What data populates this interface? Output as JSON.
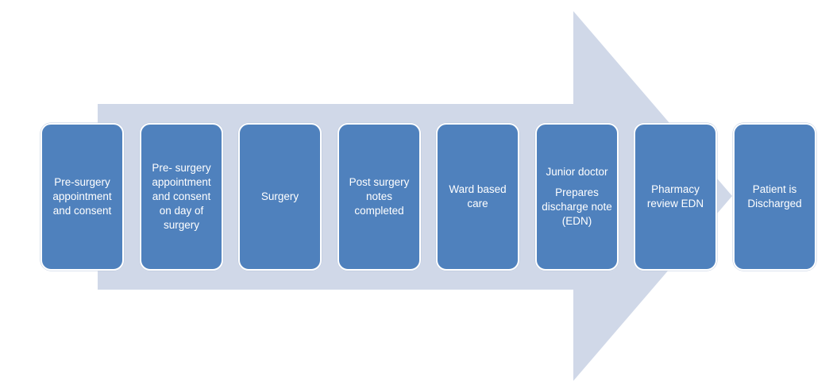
{
  "colors": {
    "arrow_fill": "#d0d8e8",
    "step_fill": "#4f81bd",
    "step_text": "#ffffff"
  },
  "steps": [
    {
      "lines": [
        "Pre-surgery appointment and consent"
      ]
    },
    {
      "lines": [
        "Pre- surgery appointment and consent on day of surgery"
      ]
    },
    {
      "lines": [
        "Surgery"
      ]
    },
    {
      "lines": [
        "Post surgery notes completed"
      ]
    },
    {
      "lines": [
        "Ward based care"
      ]
    },
    {
      "lines": [
        "Junior doctor",
        "Prepares discharge note (EDN)"
      ]
    },
    {
      "lines": [
        "Pharmacy review EDN"
      ]
    },
    {
      "lines": [
        "Patient is Discharged"
      ]
    }
  ]
}
